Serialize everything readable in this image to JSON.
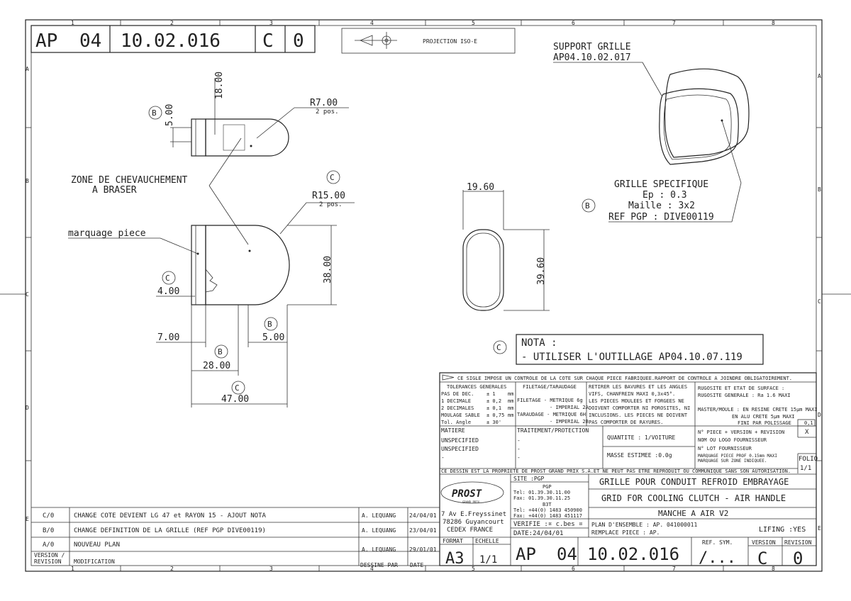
{
  "title_block_top": {
    "series": "AP",
    "family": "04",
    "number": "10.02.016",
    "rev": "C",
    "index": "0",
    "projection": "PROJECTION ISO-E"
  },
  "zone_columns": [
    "1",
    "2",
    "3",
    "4",
    "5",
    "6",
    "7",
    "8"
  ],
  "zone_rows": [
    "A",
    "B",
    "C",
    "D",
    "E"
  ],
  "callouts": {
    "support_grille": "SUPPORT GRILLE",
    "support_ref": "AP04.10.02.017",
    "r7": "R7.00",
    "r7_pos": "2 pos.",
    "r15": "R15.00",
    "r15_pos": "2 pos.",
    "zone_line1": "ZONE DE CHEVAUCHEMENT",
    "zone_line2": "A BRASER",
    "marquage": "marquage piece",
    "grille_title": "GRILLE SPECIFIQUE",
    "grille_ep": "Ep : 0.3",
    "grille_maille": "Maille : 3x2",
    "grille_ref": "REF PGP : DIVE00119",
    "rev_b": "B",
    "rev_c": "C"
  },
  "dims": {
    "d18": "18.00",
    "d5": "5.00",
    "d38": "38.00",
    "d4": "4.00",
    "d7": "7.00",
    "d5b": "5.00",
    "d28": "28.00",
    "d47": "47.00",
    "d19_6": "19.60",
    "d39_6": "39.60"
  },
  "nota": {
    "title": "NOTA :",
    "line": "- UTILISER L'OUTILLAGE AP04.10.07.119"
  },
  "legend_line": "CE SIGLE IMPOSE UN CONTROLE DE LA COTE SUR CHAQUE PIECE FABRIQUEE.RAPPORT DE CONTROLE A JOINDRE OBLIGATOIREMENT.",
  "tolerances": {
    "head": "TOLERANCES GENERALES",
    "rows": [
      [
        "PAS DE DEC.",
        "± 1",
        "mm"
      ],
      [
        "1 DECIMALE",
        "± 0,2",
        "mm"
      ],
      [
        "2 DECIMALES",
        "± 0,1",
        "mm"
      ],
      [
        "MOULAGE SABLE",
        "± 0,75",
        "mm"
      ],
      [
        "Tol. Angle",
        "± 30'",
        ""
      ]
    ]
  },
  "filetage": {
    "head": "FILETAGE/TARAUDAGE",
    "rows": [
      "FILETAGE - METRIQUE 6g",
      "- IMPERIAL 2A",
      "TARAUDAGE - METRIQUE 6H",
      "- IMPERIAL 2B"
    ]
  },
  "bavures": [
    "RETIRER LES BAVURES ET LES ANGLES",
    "VIFS, CHANFREIN MAXI 0,3x45°.",
    "LES PIECES MOULEES ET FORGEES NE",
    "DOIVENT COMPORTER NI POROSITES, NI",
    "INCLUSIONS. LES PIECES NE DOIVENT",
    "PAS COMPORTER DE RAYURES."
  ],
  "rugosite": [
    "RUGOSITE ET ETAT DE SURFACE :",
    "RUGOSITE GENERALE : Ra 1.6 MAXI",
    "",
    "MASTER/MOULE : EN RESINE CRETE 15µm MAXI",
    "EN ALU CRETE 5µm MAXI",
    "FINI PAR POLISSAGE",
    "0,1"
  ],
  "matiere": {
    "head": "MATIERE",
    "v1": "UNSPECIFIED",
    "v2": "UNSPECIFIED",
    "v3": "-"
  },
  "traitement": {
    "head": "TRAITEMENT/PROTECTION",
    "v1": "-",
    "v2": "-",
    "v3": "-"
  },
  "quantite": "QUANTITE : 1/VOITURE",
  "masse": "MASSE ESTIMEE :0.0g",
  "marquage_box": [
    "N° PIECE + VERSION + REVISION",
    "NOM OU LOGO FOURNISSEUR",
    "N° LOT FOURNISSEUR",
    "MARQUAGE PIECE PROF 0.15mm MAXI",
    "MARQUAGE SUR ZONE INDIQUEE."
  ],
  "marquage_x": "X",
  "folio": {
    "label": "FOLIO",
    "value": "1/1"
  },
  "propriete": "CE DESSIN EST LA PROPRIETE DE PROST GRAND PRIX S.A.ET NE PEUT PAS ETRE REPRODUIT OU COMMUNIQUE SANS SON AUTORISATION.",
  "company": {
    "logo": "PROST",
    "logo_sub": "GRAND PRIX",
    "addr1": "7 Av E.Freyssinet",
    "addr2": "78286 Guyancourt",
    "addr3": "CEDEX FRANCE"
  },
  "site": {
    "label": "SITE :PGP",
    "pgp": "PGP",
    "tel": "Tel: 01.39.30.11.00",
    "fax": "Fax: 01.39.30.11.25",
    "b3t": "B3T",
    "tel2": "Tel: +44(0) 1483 450900",
    "fax2": "Fax: +44(0) 1483 451117",
    "verifie": "VERIFIE :¤ c.bes ¤",
    "date": "DATE:24/04/01"
  },
  "designation": {
    "fr": "GRILLE POUR CONDUIT REFROID EMBRAYAGE",
    "en": "GRID FOR COOLING CLUTCH - AIR HANDLE",
    "sub": "MANCHE A AIR V2",
    "plan": "PLAN D'ENSEMBLE : AP. 041000011",
    "remplace": "REMPLACE PIECE : AP.",
    "lifing": "LIFING :YES"
  },
  "bottom": {
    "format_label": "FORMAT",
    "format": "A3",
    "echelle_label": "ECHELLE",
    "echelle": "1/1",
    "series": "AP",
    "family": "04",
    "number": "10.02.016",
    "refsym_label": "REF. SYM.",
    "refsym": "/...",
    "version_label": "VERSION",
    "version": "C",
    "revision_label": "REVISION",
    "revision": "0"
  },
  "revisions": [
    {
      "ver": "C/0",
      "desc": "CHANGE COTE DEVIENT LG 47 et RAYON 15 - AJOUT NOTA",
      "by": "A. LEQUANG",
      "date": "24/04/01"
    },
    {
      "ver": "B/0",
      "desc": "CHANGE DEFINITION DE LA GRILLE (REF PGP DIVE00119)",
      "by": "A. LEQUANG",
      "date": "23/04/01"
    },
    {
      "ver": "A/0",
      "desc": "NOUVEAU PLAN",
      "by": "A. LEQUANG",
      "date": "29/01/01"
    }
  ],
  "rev_header": {
    "ver1": "VERSION /",
    "ver2": "REVISION",
    "mod": "MODIFICATION",
    "dessine": "DESSINE PAR",
    "date": "DATE"
  }
}
